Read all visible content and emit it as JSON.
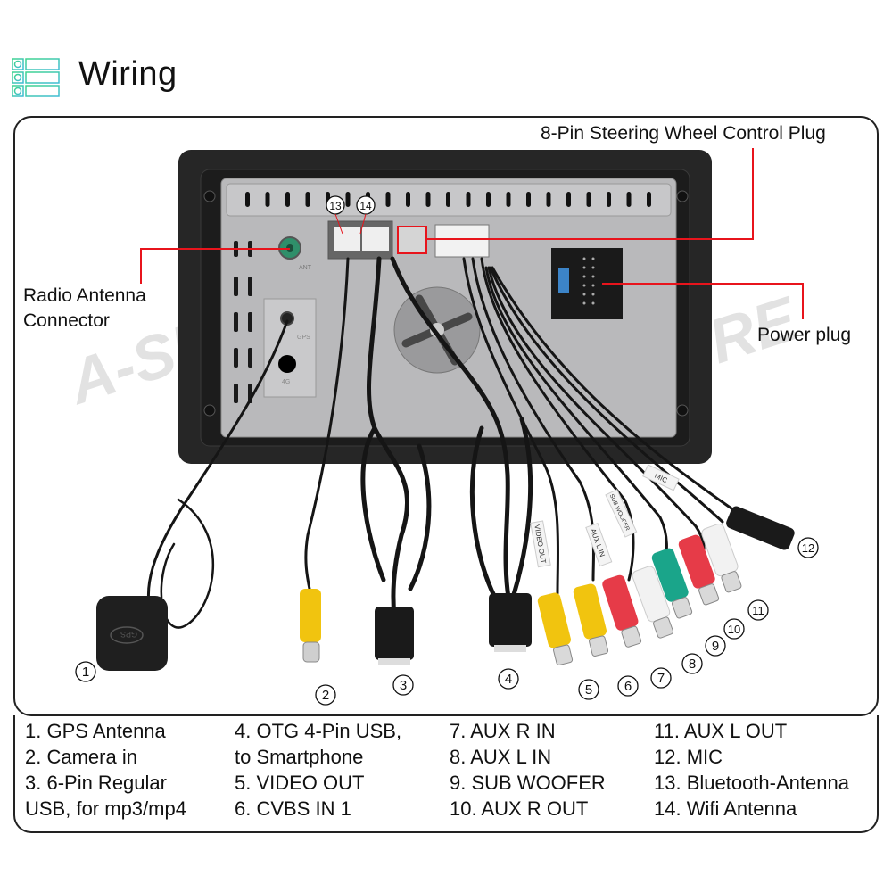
{
  "header": {
    "title": "Wiring",
    "icon": "list-icon",
    "accent_color": "#3fd4a4"
  },
  "callouts": {
    "steering_wheel": "8-Pin Steering Wheel Control Plug",
    "radio_antenna_line1": "Radio Antenna",
    "radio_antenna_line2": "Connector",
    "power_plug": "Power plug",
    "line_color": "#e8141c"
  },
  "markers": {
    "m1": "1",
    "m2": "2",
    "m3": "3",
    "m4": "4",
    "m5": "5",
    "m6": "6",
    "m7": "7",
    "m8": "8",
    "m9": "9",
    "m10": "10",
    "m11": "11",
    "m12": "12",
    "m13": "13",
    "m14": "14"
  },
  "cable_labels": {
    "video_out": "VIDEO OUT",
    "aux_l_in": "AUX L IN",
    "sub_woofer": "SUB WOOFER",
    "mic": "MIC",
    "gps_badge": "GPS",
    "ant_label": "ANT",
    "gps_port": "GPS",
    "fourg_port": "4G"
  },
  "watermark": "A-SURE",
  "legend": {
    "col1": [
      "1. GPS Antenna",
      "2. Camera in",
      "3. 6-Pin Regular",
      "USB, for mp3/mp4"
    ],
    "col2": [
      "4. OTG 4-Pin USB,",
      "to Smartphone",
      "5. VIDEO OUT",
      "6. CVBS IN 1"
    ],
    "col3": [
      "7. AUX R IN",
      "8. AUX L IN",
      "9. SUB WOOFER",
      "10. AUX R OUT"
    ],
    "col4": [
      "11. AUX L OUT",
      "12. MIC",
      "13. Bluetooth-Antenna",
      "14. Wifi Antenna"
    ]
  }
}
